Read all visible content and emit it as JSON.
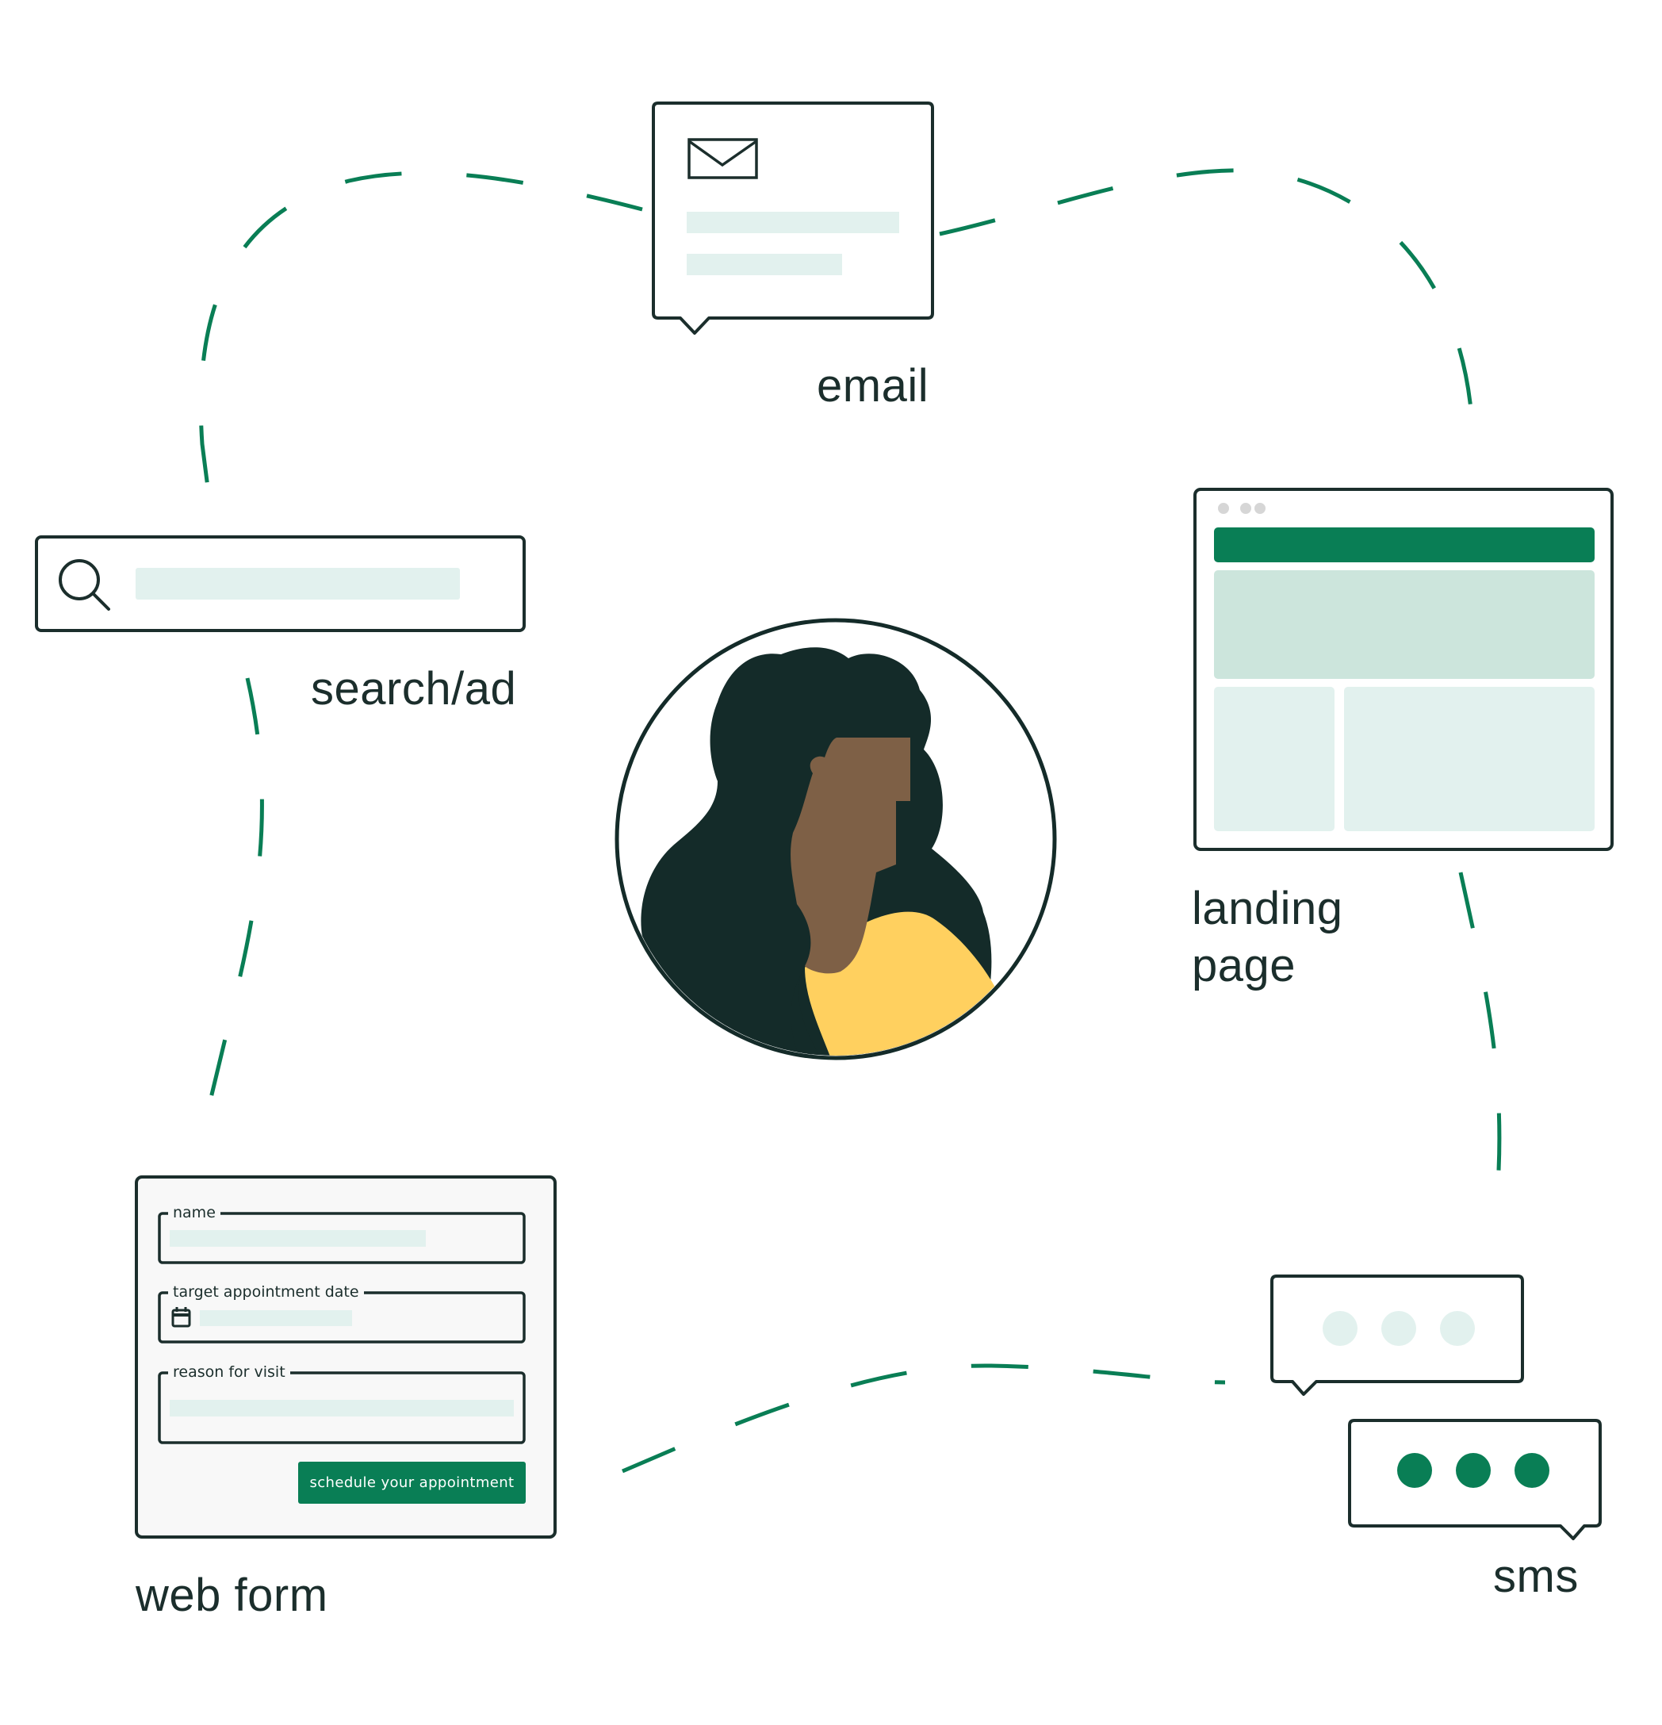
{
  "labels": {
    "email": "email",
    "search_ad": "search/ad",
    "landing_page_line1": "landing",
    "landing_page_line2": "page",
    "web_form": "web form",
    "sms": "sms"
  },
  "web_form": {
    "fields": [
      "name",
      "target appointment date",
      "reason for visit"
    ],
    "submit_label": "schedule your appointment"
  },
  "icons": [
    "envelope-icon",
    "search-icon",
    "calendar-icon",
    "browser-dots-icon",
    "typing-dots-icon"
  ],
  "colors": {
    "accent_green": "#097e55",
    "dark_ink": "#1b2e2c",
    "light_teal": "#e2f1ee",
    "mid_teal": "#cce5dc",
    "hair": "#142b29",
    "skin": "#7e6046",
    "shirt": "#ffd05f"
  }
}
